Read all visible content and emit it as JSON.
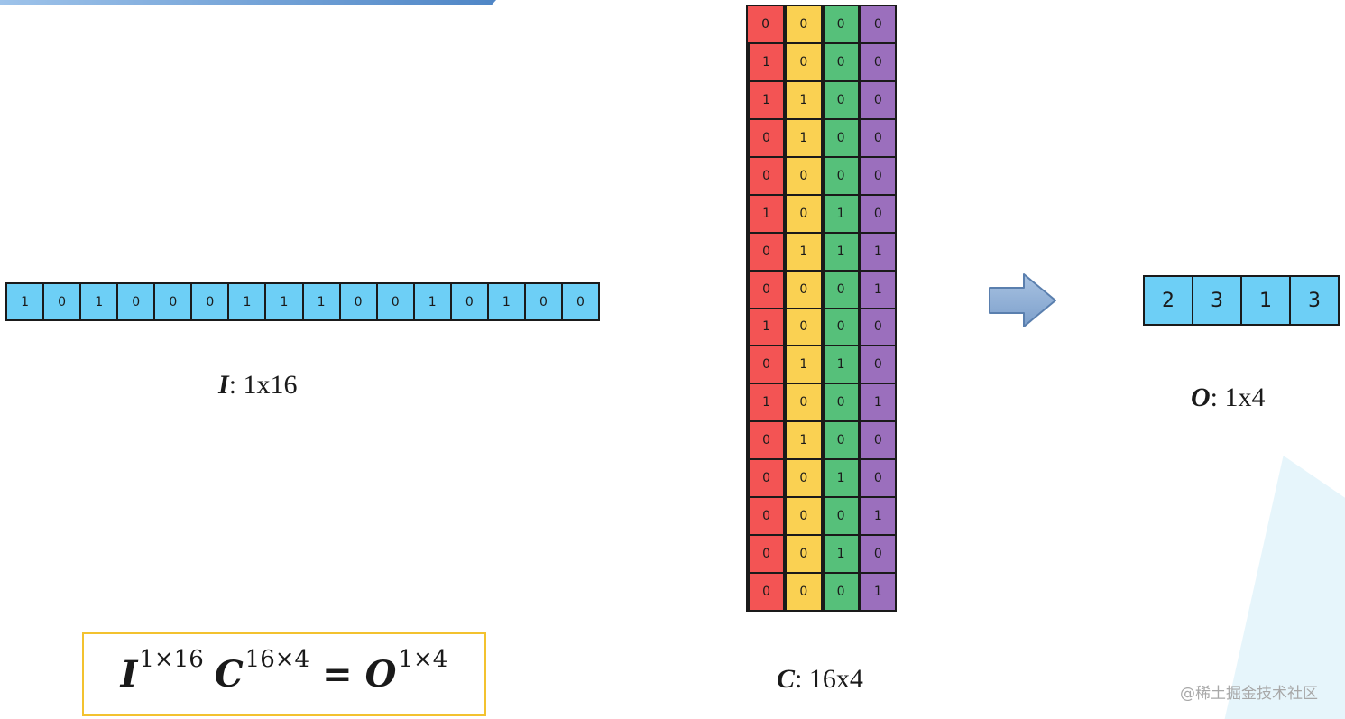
{
  "vector_i": {
    "values": [
      "1",
      "0",
      "1",
      "0",
      "0",
      "0",
      "1",
      "1",
      "1",
      "0",
      "0",
      "1",
      "0",
      "1",
      "0",
      "0"
    ],
    "label_symbol": "I",
    "label_text": ": 1x16"
  },
  "matrix_c": {
    "rows": [
      [
        "0",
        "0",
        "0",
        "0"
      ],
      [
        "1",
        "0",
        "0",
        "0"
      ],
      [
        "1",
        "1",
        "0",
        "0"
      ],
      [
        "0",
        "1",
        "0",
        "0"
      ],
      [
        "0",
        "0",
        "0",
        "0"
      ],
      [
        "1",
        "0",
        "1",
        "0"
      ],
      [
        "0",
        "1",
        "1",
        "1"
      ],
      [
        "0",
        "0",
        "0",
        "1"
      ],
      [
        "1",
        "0",
        "0",
        "0"
      ],
      [
        "0",
        "1",
        "1",
        "0"
      ],
      [
        "1",
        "0",
        "0",
        "1"
      ],
      [
        "0",
        "1",
        "0",
        "0"
      ],
      [
        "0",
        "0",
        "1",
        "0"
      ],
      [
        "0",
        "0",
        "0",
        "1"
      ],
      [
        "0",
        "0",
        "1",
        "0"
      ],
      [
        "0",
        "0",
        "0",
        "1"
      ]
    ],
    "column_colors": [
      "#f35454",
      "#fad152",
      "#56c07a",
      "#9b6fbd"
    ],
    "label_symbol": "C",
    "label_text": ": 16x4"
  },
  "vector_o": {
    "values": [
      "2",
      "3",
      "1",
      "3"
    ],
    "label_symbol": "O",
    "label_text": ": 1x4"
  },
  "arrow": {
    "icon": "right-arrow-icon"
  },
  "equation": {
    "terms": [
      {
        "symbol": "I",
        "superscript": "1×16"
      },
      {
        "symbol": "C",
        "superscript": "16×4"
      }
    ],
    "operator": "=",
    "result": {
      "symbol": "O",
      "superscript": "1×4"
    }
  },
  "colors": {
    "vector_fill": "#6dcff6",
    "equation_border": "#f3c22f"
  },
  "watermark": "@稀土掘金技术社区"
}
